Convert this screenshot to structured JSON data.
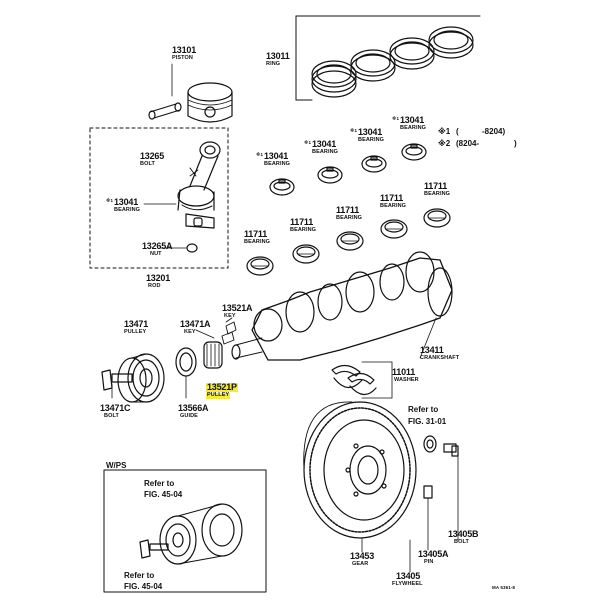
{
  "parts": {
    "p13101": {
      "num": "13101",
      "name": "PISTON"
    },
    "p13011": {
      "num": "13011",
      "name": "RING"
    },
    "p13265": {
      "num": "13265",
      "name": "BOLT"
    },
    "p13041_rod": {
      "num": "13041",
      "name": "BEARING",
      "mark": "※1"
    },
    "p13265a": {
      "num": "13265A",
      "name": "NUT"
    },
    "p13201": {
      "num": "13201",
      "name": "ROD"
    },
    "b1_13041": {
      "num": "13041",
      "name": "BEARING",
      "mark": "※1"
    },
    "b2_13041": {
      "num": "13041",
      "name": "BEARING",
      "mark": "※1"
    },
    "b3_13041": {
      "num": "13041",
      "name": "BEARING",
      "mark": "※1"
    },
    "b4_13041": {
      "num": "13041",
      "name": "BEARING",
      "mark": "※1"
    },
    "b1_11711": {
      "num": "11711",
      "name": "BEARING"
    },
    "b2_11711": {
      "num": "11711",
      "name": "BEARING"
    },
    "b3_11711": {
      "num": "11711",
      "name": "BEARING"
    },
    "b4_11711": {
      "num": "11711",
      "name": "BEARING"
    },
    "b5_11711": {
      "num": "11711",
      "name": "BEARING"
    },
    "p13471": {
      "num": "13471",
      "name": "PULLEY"
    },
    "p13471a": {
      "num": "13471A",
      "name": "KEY"
    },
    "p13521a": {
      "num": "13521A",
      "name": "KEY"
    },
    "p13521p": {
      "num": "13521P",
      "name": "PULLEY"
    },
    "p13471c": {
      "num": "13471C",
      "name": "BOLT"
    },
    "p13566a": {
      "num": "13566A",
      "name": "GUIDE"
    },
    "p13411": {
      "num": "13411",
      "name": "CRANKSHAFT"
    },
    "p11011": {
      "num": "11011",
      "name": "WASHER"
    },
    "p13453": {
      "num": "13453",
      "name": "GEAR"
    },
    "p13405a": {
      "num": "13405A",
      "name": "PIN"
    },
    "p13405b": {
      "num": "13405B",
      "name": "BOLT"
    },
    "p13405": {
      "num": "13405",
      "name": "FLYWHEEL"
    }
  },
  "legend": {
    "line1_mark": "※1",
    "line1_paren": "(",
    "line1_val": "-8204)",
    "line2_mark": "※2",
    "line2_val": "(8204-",
    "line2_paren": ")"
  },
  "refs": {
    "ref1_line1": "Refer to",
    "ref1_line2": "FIG. 31-01",
    "ref2_line1": "Refer to",
    "ref2_line2": "FIG. 45-04",
    "ref3_line1": "Refer to",
    "ref3_line2": "FIG. 45-04"
  },
  "wps_title": "W/PS",
  "corner_code": "MA 5361-8",
  "highlight_color": "#f4ea3a"
}
